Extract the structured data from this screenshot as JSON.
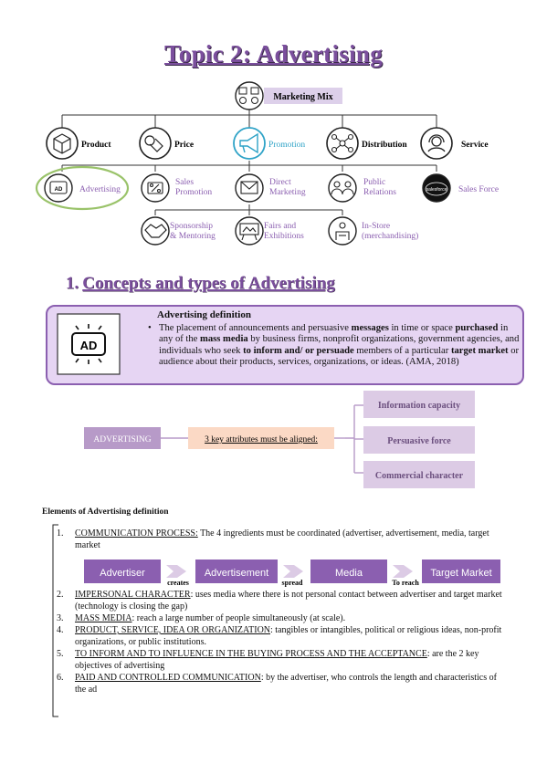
{
  "title": "Topic 2: Advertising",
  "marketing_mix": {
    "root": "Marketing Mix",
    "level1": [
      "Product",
      "Price",
      "Promotion",
      "Distribution",
      "Service"
    ],
    "level2": [
      {
        "lines": [
          "Advertising"
        ]
      },
      {
        "lines": [
          "Sales",
          "Promotion"
        ]
      },
      {
        "lines": [
          "Direct",
          "Marketing"
        ]
      },
      {
        "lines": [
          "Public",
          "Relations"
        ]
      },
      {
        "lines": [
          "Sales Force"
        ]
      }
    ],
    "level3": [
      {
        "lines": [
          "Sponsorship",
          "& Mentoring"
        ]
      },
      {
        "lines": [
          "Fairs and",
          "Exhibitions"
        ]
      },
      {
        "lines": [
          "In-Store",
          "(merchandising)"
        ]
      }
    ],
    "salesforce_logo": "salesforce",
    "highlight_color": "#2fa3c7",
    "accent_color": "#8b5fb0",
    "advertising_ring_color": "#9ac36a"
  },
  "section": {
    "number": "1.",
    "heading": "Concepts and types of Advertising"
  },
  "definition": {
    "icon_text": "AD",
    "title": "Advertising definition",
    "bullet": "•",
    "body_parts": [
      {
        "t": "The placement of announcements and persuasive ",
        "b": false
      },
      {
        "t": "messages",
        "b": true
      },
      {
        "t": " in time or space ",
        "b": false
      },
      {
        "t": "purchased",
        "b": true
      },
      {
        "t": " in any of the ",
        "b": false
      },
      {
        "t": "mass media",
        "b": true
      },
      {
        "t": " by business firms, nonprofit organizations, government agencies, and individuals who seek ",
        "b": false
      },
      {
        "t": "to inform and/ or persuade",
        "b": true
      },
      {
        "t": " members of a particular ",
        "b": false
      },
      {
        "t": "target market",
        "b": true
      },
      {
        "t": " or audience about their products, services, organizations, or ideas. (AMA, 2018)",
        "b": false
      }
    ]
  },
  "attributes": {
    "root": "ADVERTISING",
    "middle": "3 key attributes must be aligned:",
    "items": [
      "Information capacity",
      "Persuasive force",
      "Commercial character"
    ]
  },
  "elements_title": "Elements of Advertising definition",
  "flow": {
    "steps": [
      "Advertiser",
      "Advertisement",
      "Media",
      "Target Market"
    ],
    "connectors": [
      "creates",
      "spread",
      "To reach"
    ]
  },
  "elements": [
    {
      "num": "1.",
      "u": "COMMUNICATION PROCESS:",
      "rest": " The 4 ingredients must be coordinated (advertiser, advertisement, media, target market"
    },
    {
      "num": "2.",
      "u": "IMPERSONAL CHARACTER",
      "rest": ": uses media where there is not personal contact between advertiser and target market (technology is closing the gap)"
    },
    {
      "num": "3.",
      "u": "MASS MEDIA",
      "rest": ": reach a large number of people simultaneously (at scale)."
    },
    {
      "num": "4.",
      "u": "PRODUCT, SERVICE, IDEA OR ORGANIZATION",
      "rest": ": tangibles or intangibles, political or religious ideas, non-profit organizations, or public institutions."
    },
    {
      "num": "5.",
      "u": "TO INFORM AND TO INFLUENCE IN THE BUYING PROCESS AND THE ACCEPTANCE",
      "rest": ": are the 2 key objectives of advertising"
    },
    {
      "num": "6.",
      "u": "PAID AND CONTROLLED COMMUNICATION",
      "rest": ": by the advertiser, who controls the length and characteristics of the ad"
    }
  ]
}
